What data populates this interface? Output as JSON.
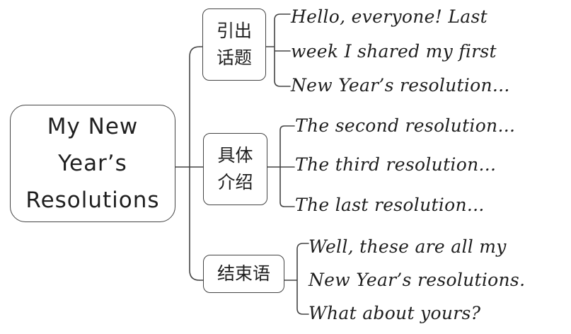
{
  "root": {
    "title": "My New\nYear’s\nResolutions"
  },
  "branches": [
    {
      "label": "引出\n话题",
      "lines": [
        "Hello, everyone!  Last",
        "week I shared my first",
        "New Year’s resolution..."
      ]
    },
    {
      "label": "具体\n介绍",
      "lines": [
        "The second resolution...",
        "The third resolution...",
        "The last resolution..."
      ]
    },
    {
      "label": "结束语",
      "lines": [
        "Well,  these are all my",
        "New Year’s resolutions.",
        "What about yours?"
      ]
    }
  ],
  "colors": {
    "line": "#444444",
    "text": "#1f1f1f",
    "background": "#ffffff"
  }
}
